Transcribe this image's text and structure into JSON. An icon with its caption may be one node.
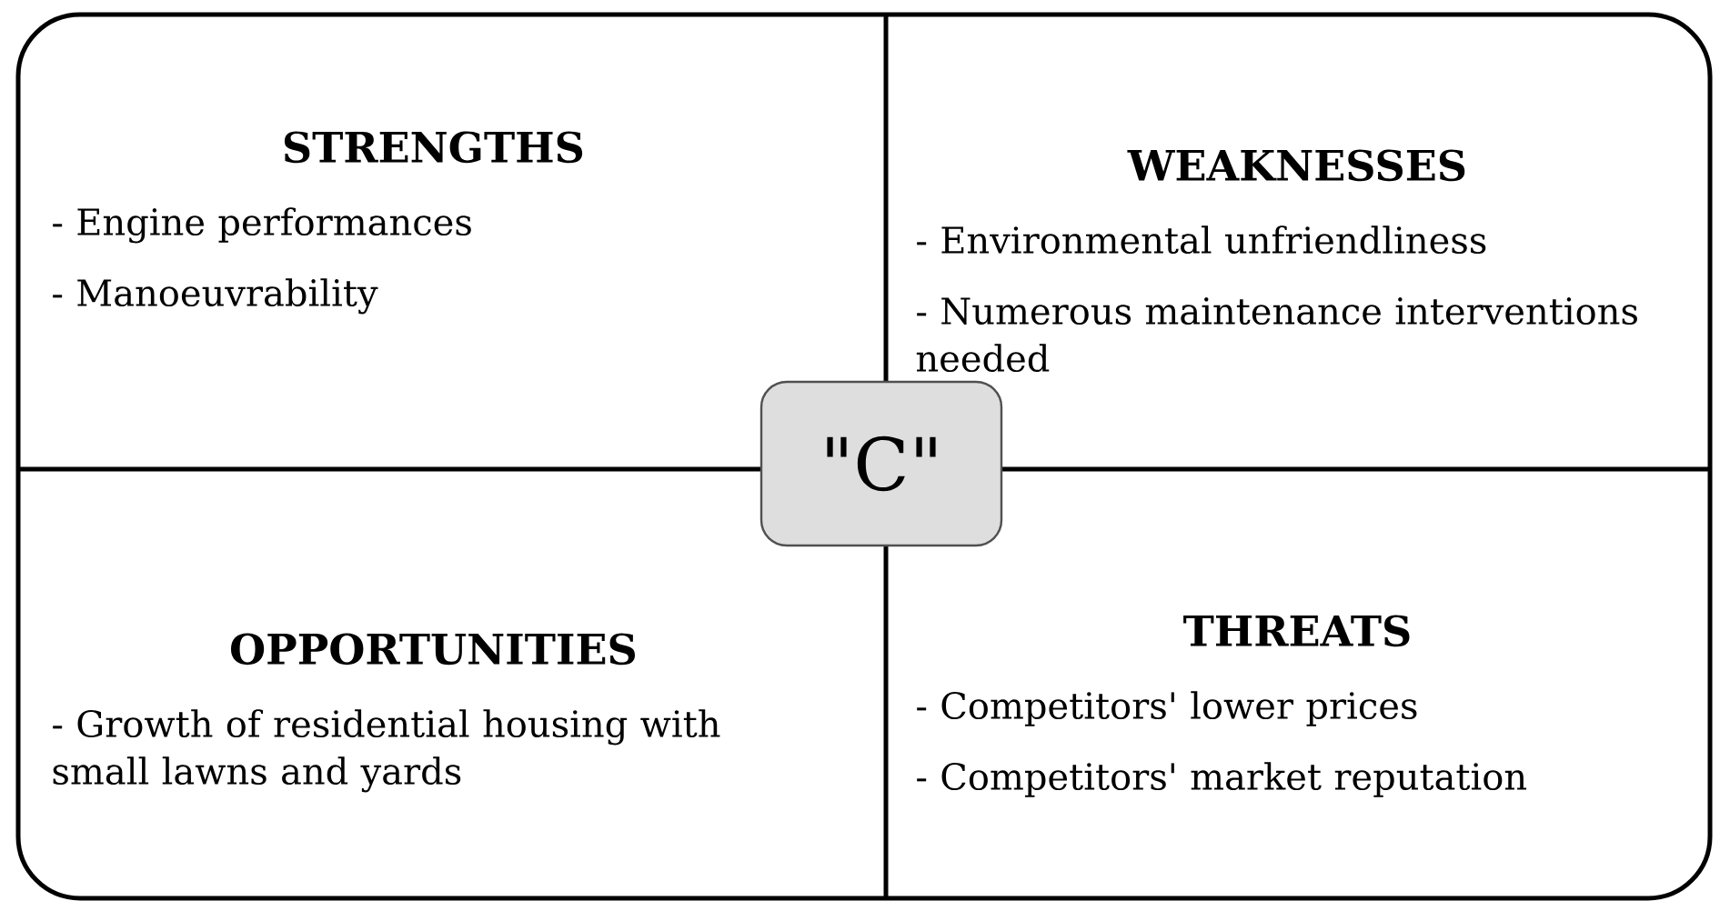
{
  "diagram": {
    "nodes": [
      {
        "text": [
          "STRENGTHS",
          "- Engine performances",
          "- Manoeuvrability"
        ]
      },
      {
        "text": [
          "WEAKNESSES",
          "- Environmental unfriendliness",
          "- Numerous maintenance interventions needed"
        ]
      },
      {
        "text": [
          "\"C\""
        ]
      },
      {
        "text": [
          "OPPORTUNITIES",
          "- Growth of residential housing with small lawns and yards"
        ]
      },
      {
        "text": [
          "THREATS",
          "- Competitors' lower prices",
          "- Competitors' market reputation"
        ]
      }
    ]
  }
}
